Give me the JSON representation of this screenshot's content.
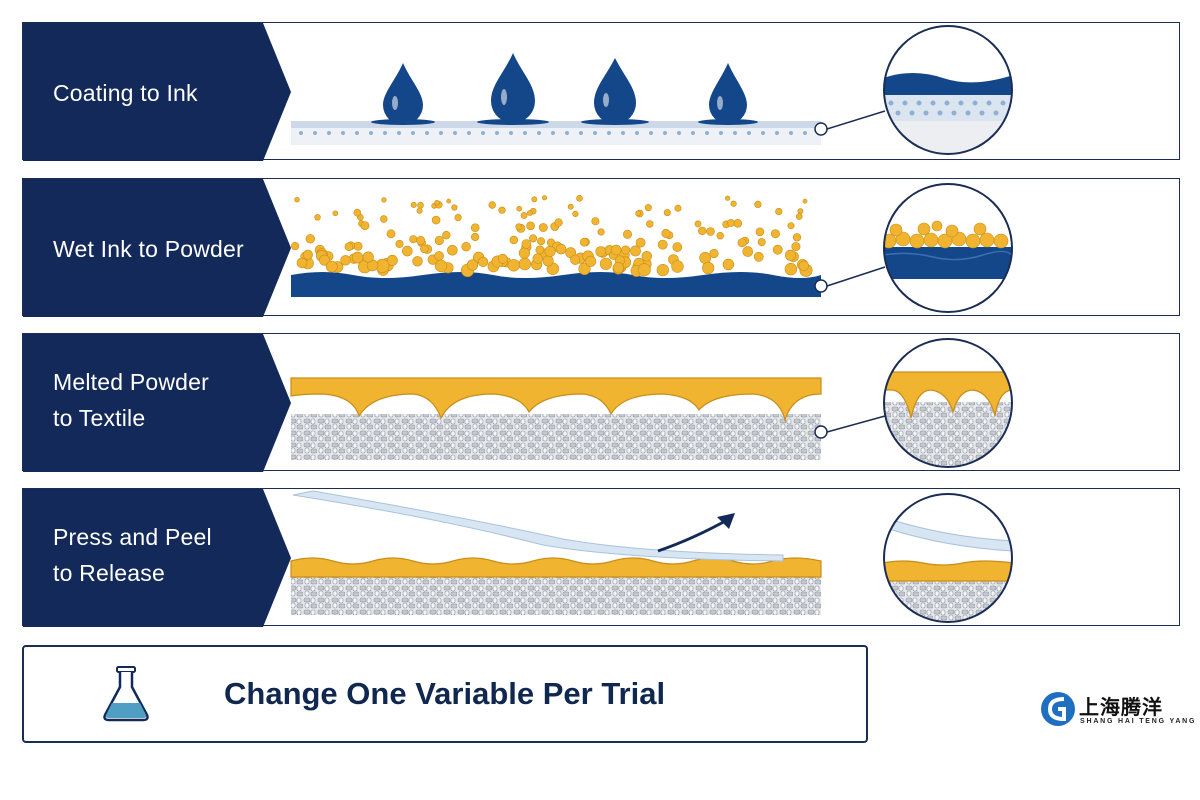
{
  "steps": [
    {
      "label_lines": [
        "Coating to Ink"
      ]
    },
    {
      "label_lines": [
        "Wet Ink to Powder"
      ]
    },
    {
      "label_lines": [
        "Melted Powder",
        "to Textile"
      ]
    },
    {
      "label_lines": [
        "Press and Peel",
        "to Release"
      ]
    }
  ],
  "footer": {
    "text": "Change One Variable Per Trial",
    "icon": "flask-icon"
  },
  "logo": {
    "name": "上海腾洋",
    "sub": "SHANG HAI TENG YANG",
    "icon": "sg-logo-icon"
  },
  "colors": {
    "navy": "#12295a",
    "ink_blue": "#14478a",
    "powder": "#f0b431",
    "fabric": "#b9bec6",
    "film": "#d8e6f4"
  }
}
